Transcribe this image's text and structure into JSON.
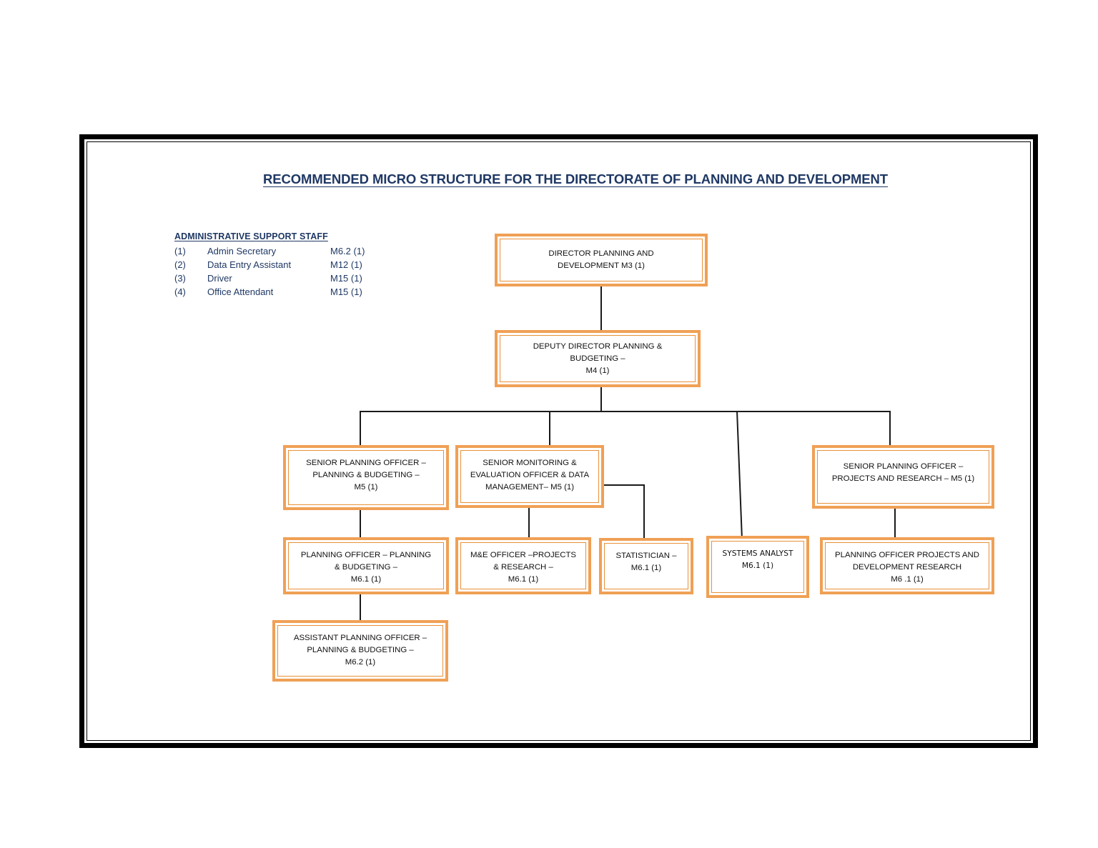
{
  "page": {
    "title": "RECOMMENDED MICRO STRUCTURE FOR THE DIRECTORATE OF PLANNING AND DEVELOPMENT",
    "title_color": "#1F3864",
    "box_accent_color": "#F0A055",
    "frame_color": "#000000"
  },
  "admin_support": {
    "heading": "ADMINISTRATIVE SUPPORT STAFF",
    "rows": [
      {
        "num": "(1)",
        "role": "Admin Secretary",
        "grade": "M6.2 (1)"
      },
      {
        "num": "(2)",
        "role": "Data Entry Assistant",
        "grade": "M12 (1)"
      },
      {
        "num": "(3)",
        "role": "Driver",
        "grade": "M15 (1)"
      },
      {
        "num": "(4)",
        "role": "Office Attendant",
        "grade": "M15 (1)"
      }
    ]
  },
  "org_chart": {
    "type": "diagram",
    "nodes": [
      {
        "id": "director",
        "lines": [
          "DIRECTOR PLANNING AND",
          "DEVELOPMENT M3 (1)"
        ],
        "grade": "M3",
        "count": 1,
        "level": 1
      },
      {
        "id": "deputy-director",
        "lines": [
          "DEPUTY DIRECTOR PLANNING &",
          "BUDGETING –",
          "M4 (1)"
        ],
        "grade": "M4",
        "count": 1,
        "level": 2
      },
      {
        "id": "senior-planning-officer-budgeting",
        "lines": [
          "SENIOR PLANNING OFFICER –",
          "PLANNING & BUDGETING –",
          "M5 (1)"
        ],
        "grade": "M5",
        "count": 1,
        "level": 3
      },
      {
        "id": "senior-me-officer",
        "lines": [
          "SENIOR MONITORING &",
          "EVALUATION OFFICER & DATA",
          "MANAGEMENT– M5 (1)"
        ],
        "grade": "M5",
        "count": 1,
        "level": 3
      },
      {
        "id": "senior-planning-officer-projects",
        "lines": [
          "SENIOR PLANNING OFFICER –",
          "PROJECTS AND RESEARCH – M5 (1)"
        ],
        "grade": "M5",
        "count": 1,
        "level": 3
      },
      {
        "id": "planning-officer-budgeting",
        "lines": [
          "PLANNING OFFICER – PLANNING",
          "& BUDGETING –",
          "M6.1 (1)"
        ],
        "grade": "M6.1",
        "count": 1,
        "level": 4
      },
      {
        "id": "me-officer-projects",
        "lines": [
          "M&E OFFICER –PROJECTS",
          "& RESEARCH –",
          "M6.1 (1)"
        ],
        "grade": "M6.1",
        "count": 1,
        "level": 4
      },
      {
        "id": "statistician",
        "lines": [
          "STATISTICIAN –",
          "M6.1 (1)"
        ],
        "grade": "M6.1",
        "count": 1,
        "level": 4
      },
      {
        "id": "systems-analyst",
        "lines": [
          "SYSTEMS ANALYST",
          "M6.1 (1)"
        ],
        "grade": "M6.1",
        "count": 1,
        "level": 4
      },
      {
        "id": "planning-officer-projects",
        "lines": [
          "PLANNING OFFICER PROJECTS AND",
          "DEVELOPMENT RESEARCH",
          "M6 .1 (1)"
        ],
        "grade": "M6.1",
        "count": 1,
        "level": 4
      },
      {
        "id": "assistant-planning-officer",
        "lines": [
          "ASSISTANT PLANNING OFFICER –",
          "PLANNING & BUDGETING –",
          "M6.2 (1)"
        ],
        "grade": "M6.2",
        "count": 1,
        "level": 5
      }
    ],
    "edges": [
      {
        "from": "director",
        "to": "deputy-director"
      },
      {
        "from": "deputy-director",
        "to": "senior-planning-officer-budgeting"
      },
      {
        "from": "deputy-director",
        "to": "senior-me-officer"
      },
      {
        "from": "deputy-director",
        "to": "systems-analyst"
      },
      {
        "from": "deputy-director",
        "to": "senior-planning-officer-projects"
      },
      {
        "from": "senior-planning-officer-budgeting",
        "to": "planning-officer-budgeting"
      },
      {
        "from": "senior-me-officer",
        "to": "me-officer-projects"
      },
      {
        "from": "senior-me-officer",
        "to": "statistician"
      },
      {
        "from": "senior-planning-officer-projects",
        "to": "planning-officer-projects"
      },
      {
        "from": "planning-officer-budgeting",
        "to": "assistant-planning-officer"
      }
    ]
  }
}
